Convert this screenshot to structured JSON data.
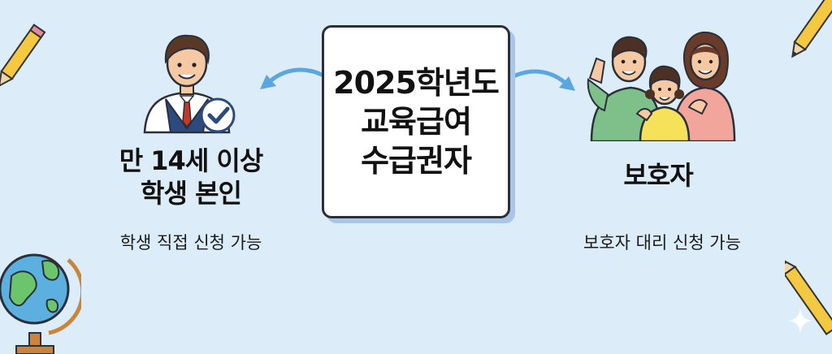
{
  "center": {
    "line1": "2025학년도",
    "line2": "교육급여",
    "line3": "수급권자"
  },
  "left": {
    "heading_line1": "만 14세 이상",
    "heading_line2": "학생 본인",
    "description": "학생 직접 신청 가능"
  },
  "right": {
    "heading": "보호자",
    "description": "보호자 대리 신청 가능"
  },
  "colors": {
    "background": "#dcecf8",
    "arrow": "#5aa6dd",
    "box_border": "#2b2f3a"
  }
}
